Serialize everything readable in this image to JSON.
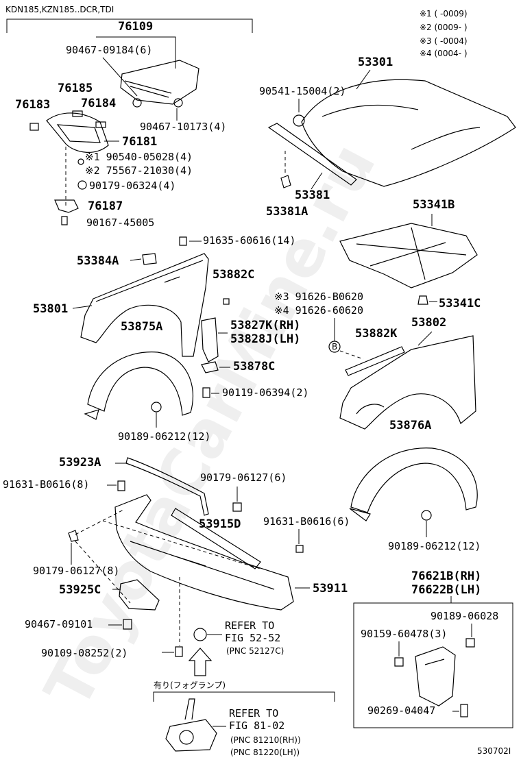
{
  "header": {
    "models": "KDN185,KZN185..DCR,TDI",
    "notes": [
      "※1 (      -0009)",
      "※2 (0009-      )",
      "※3 (      -0004)",
      "※4 (0004-      )"
    ]
  },
  "watermark": "ToyotaCarMine.ru",
  "labels": {
    "l76109": "76109",
    "l90467_09184": "90467-09184(6)",
    "l76185": "76185",
    "l76183": "76183",
    "l76184": "76184",
    "l90467_10173": "90467-10173(4)",
    "l76181": "76181",
    "l90540": "※1 90540-05028(4)",
    "l75567": "※2 75567-21030(4)",
    "l90179_06324": "90179-06324(4)",
    "l76187": "76187",
    "l90167": "90167-45005",
    "l53301": "53301",
    "l90541": "90541-15004(2)",
    "l53381": "53381",
    "l53381A": "53381A",
    "l53341B": "53341B",
    "l53341C": "53341C",
    "l91635": "91635-60616(14)",
    "l53384A": "53384A",
    "l53882C": "53882C",
    "l53801": "53801",
    "l53875A": "53875A",
    "l53827K": "53827K(RH)",
    "l53828J": "53828J(LH)",
    "l53878C": "53878C",
    "l90119": "90119-06394(2)",
    "l90189_12a": "90189-06212(12)",
    "l91626_b": "※3 91626-B0620",
    "l91626_6": "※4 91626-60620",
    "lB": "B",
    "l53882K": "53882K",
    "l53802": "53802",
    "l53876A": "53876A",
    "l90189_12b": "90189-06212(12)",
    "l53923A": "53923A",
    "l91631_8": "91631-B0616(8)",
    "l90179_06127_6": "90179-06127(6)",
    "l53915D": "53915D",
    "l91631_6": "91631-B0616(6)",
    "l90179_06127_8": "90179-06127(8)",
    "l53925C": "53925C",
    "l53911": "53911",
    "l90467_09101": "90467-09101",
    "l90109": "90109-08252(2)",
    "refer1_a": "REFER TO",
    "refer1_b": "FIG 52-52",
    "refer1_c": "(PNC 52127C)",
    "fog_note": "有り(フォグランプ)",
    "refer2_a": "REFER TO",
    "refer2_b": "FIG 81-02",
    "refer2_c": "(PNC 81210(RH))",
    "refer2_d": "(PNC 81220(LH))",
    "l76621B": "76621B(RH)",
    "l76622B": "76622B(LH)",
    "l90189_06028": "90189-06028",
    "l90159": "90159-60478(3)",
    "l90269": "90269-04047",
    "fig_no": "530702I"
  }
}
